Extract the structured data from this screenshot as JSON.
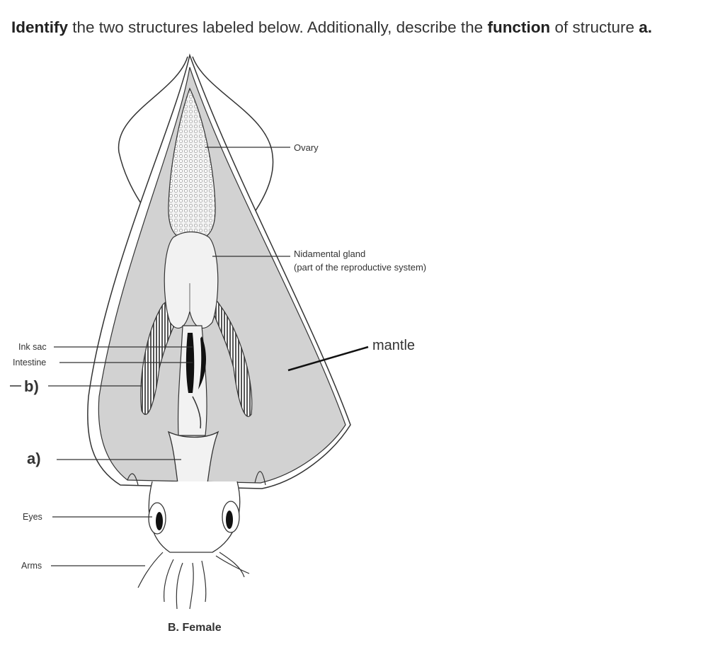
{
  "question": {
    "part1_bold": "Identify",
    "part2": " the two structures labeled below. Additionally, describe the ",
    "part3_bold": "function",
    "part4": " of structure ",
    "part5_bold": "a."
  },
  "labels": {
    "ovary": "Ovary",
    "nidamental_line1": "Nidamental gland",
    "nidamental_line2": "(part of the reproductive system)",
    "mantle": "mantle",
    "ink_sac": "Ink sac",
    "intestine": "Intestine",
    "b": "b)",
    "a": "a)",
    "eyes": "Eyes",
    "arms": "Arms",
    "caption": "B. Female"
  },
  "colors": {
    "mantle_fill": "#d2d2d2",
    "organ_fill": "#f2f2f2",
    "line": "#333333"
  }
}
